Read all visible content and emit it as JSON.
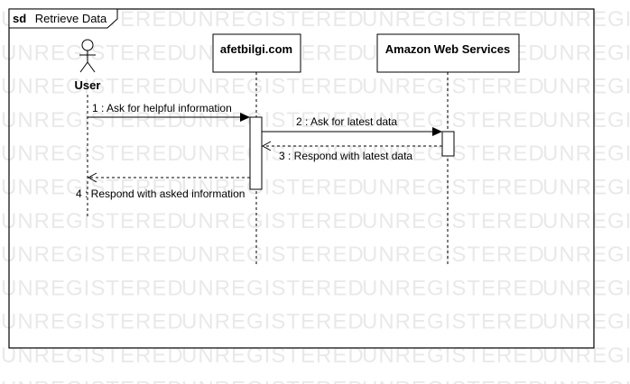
{
  "frame": {
    "keyword": "sd",
    "name": "Retrieve Data"
  },
  "watermark": "UNREGISTERED",
  "participants": [
    {
      "id": "user",
      "label": "User",
      "kind": "actor"
    },
    {
      "id": "afetbilgi",
      "label": "afetbilgi.com",
      "kind": "object"
    },
    {
      "id": "aws",
      "label": "Amazon Web Services",
      "kind": "object"
    }
  ],
  "messages": [
    {
      "label": "1 : Ask for helpful information",
      "from": "user",
      "to": "afetbilgi",
      "kind": "sync"
    },
    {
      "label": "2 : Ask for latest data",
      "from": "afetbilgi",
      "to": "aws",
      "kind": "sync"
    },
    {
      "label": "3 : Respond with latest data",
      "from": "aws",
      "to": "afetbilgi",
      "kind": "return"
    },
    {
      "label": "4 : Respond with asked information",
      "from": "afetbilgi",
      "to": "user",
      "kind": "return"
    }
  ],
  "colors": {
    "line": "#000000",
    "watermark": "#e9e9e9",
    "background": "#ffffff"
  }
}
